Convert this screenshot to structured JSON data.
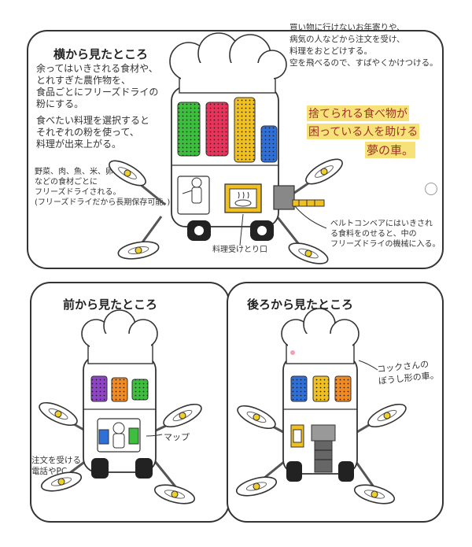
{
  "panel_side": {
    "title": "横から見たところ",
    "desc1": "余ってはいきされる食材や、\nとれすぎた農作物を、\n食品ごとにフリーズドライの\n粉にする。",
    "desc2": "食べたい料理を選択すると\nそれぞれの粉を使って、\n料理が出来上がる。",
    "desc3": "野菜、肉、魚、米、卵\nなどの食材ごとに\nフリーズドライされる。\n(フリーズドライだから長期保存可能。)",
    "top_right": "買い物に行けないお年寄りや、\n病気の人などから注文を受け、\n料理をおとどけする。\n空を飛べるので、すばやくかけつける。",
    "slogan_line1": "捨てられる食べ物が",
    "slogan_line2": "困っている人を助ける",
    "slogan_line3": "夢の車。",
    "receive_label": "料理受けとり口",
    "belt_note": "ベルトコンベアにはいきされ\nる食料をのせると、中の\nフリーズドライの機械に入る。"
  },
  "panel_front": {
    "title": "前から見たところ",
    "map_label": "マップ",
    "phone_label": "注文を受ける\n電話やPC"
  },
  "panel_back": {
    "title": "後ろから見たところ",
    "hat_note": "コックさんの\nぼうし形の車。"
  },
  "colors": {
    "green": "#3cbf3c",
    "red": "#e8345a",
    "yellow": "#f0c020",
    "blue": "#2f6fd8",
    "purple": "#8e44c4",
    "orange": "#f08a24",
    "highlight": "#f7e27a",
    "slogan": "#c0392b"
  },
  "icons": [
    "propeller-icon",
    "wheel-icon",
    "chef-hat-icon",
    "food-tank-icon",
    "driver-figure-icon",
    "steaming-dish-icon",
    "conveyor-belt-icon",
    "map-screen-icon"
  ]
}
